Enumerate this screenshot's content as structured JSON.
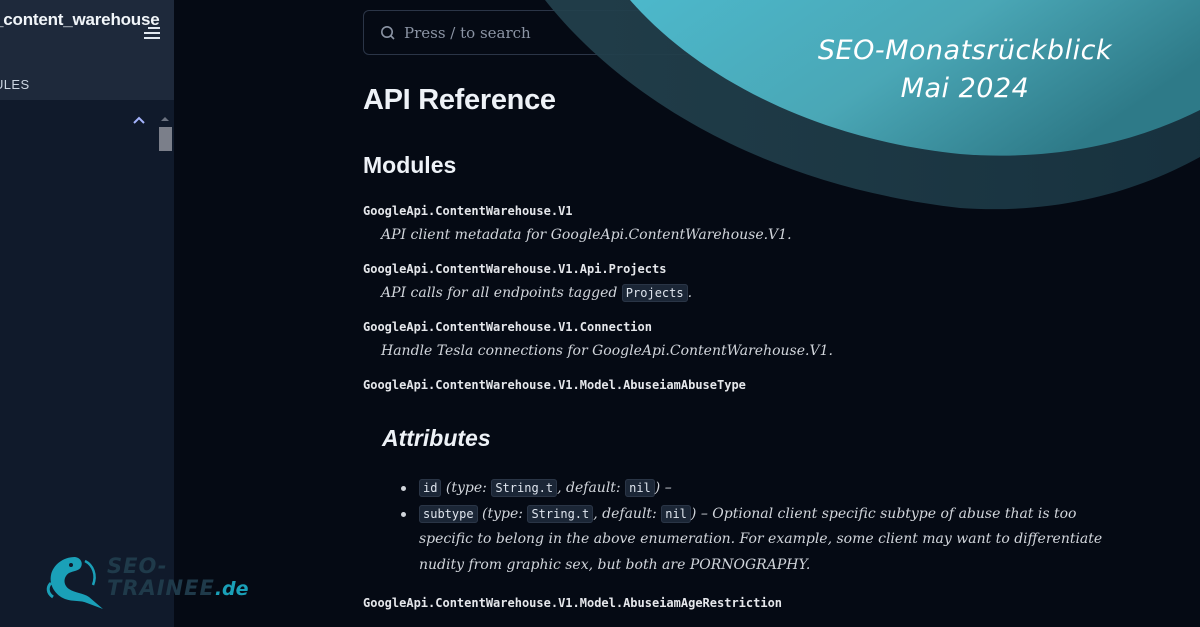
{
  "sidebar": {
    "title": "_content_warehouse",
    "section_label": "ULES",
    "menu_icon": "hamburger-menu-icon",
    "collapse_icon": "chevron-up-icon"
  },
  "search": {
    "placeholder": "Press / to search",
    "icon": "search-icon"
  },
  "page": {
    "title": "API Reference",
    "section": "Modules"
  },
  "modules": [
    {
      "name": "GoogleApi.ContentWarehouse.V1",
      "desc": "API client metadata for GoogleApi.ContentWarehouse.V1."
    },
    {
      "name": "GoogleApi.ContentWarehouse.V1.Api.Projects",
      "desc_prefix": "API calls for all endpoints tagged ",
      "desc_code": "Projects",
      "desc_suffix": "."
    },
    {
      "name": "GoogleApi.ContentWarehouse.V1.Connection",
      "desc": "Handle Tesla connections for GoogleApi.ContentWarehouse.V1."
    },
    {
      "name": "GoogleApi.ContentWarehouse.V1.Model.AbuseiamAbuseType"
    },
    {
      "name": "GoogleApi.ContentWarehouse.V1.Model.AbuseiamAgeRestriction"
    }
  ],
  "attributes": {
    "title": "Attributes",
    "items": [
      {
        "name": "id",
        "type_label": "type:",
        "type": "String.t",
        "default_label": "default:",
        "default": "nil",
        "description": ""
      },
      {
        "name": "subtype",
        "type_label": "type:",
        "type": "String.t",
        "default_label": "default:",
        "default": "nil",
        "description": "Optional client specific subtype of abuse that is too specific to belong in the above enumeration. For example, some client may want to differentiate nudity from graphic sex, but both are PORNOGRAPHY."
      }
    ]
  },
  "banner": {
    "line1": "SEO-Monatsrückblick",
    "line2": "Mai 2024",
    "colors": {
      "light_teal": "#4fb3c6",
      "dark_teal": "#1f3a45",
      "background": "#050a14"
    }
  },
  "logo": {
    "line1": "SEO-",
    "line2": "TRAINEE",
    "suffix": ".de",
    "icon": "kingfisher-bird-icon"
  }
}
